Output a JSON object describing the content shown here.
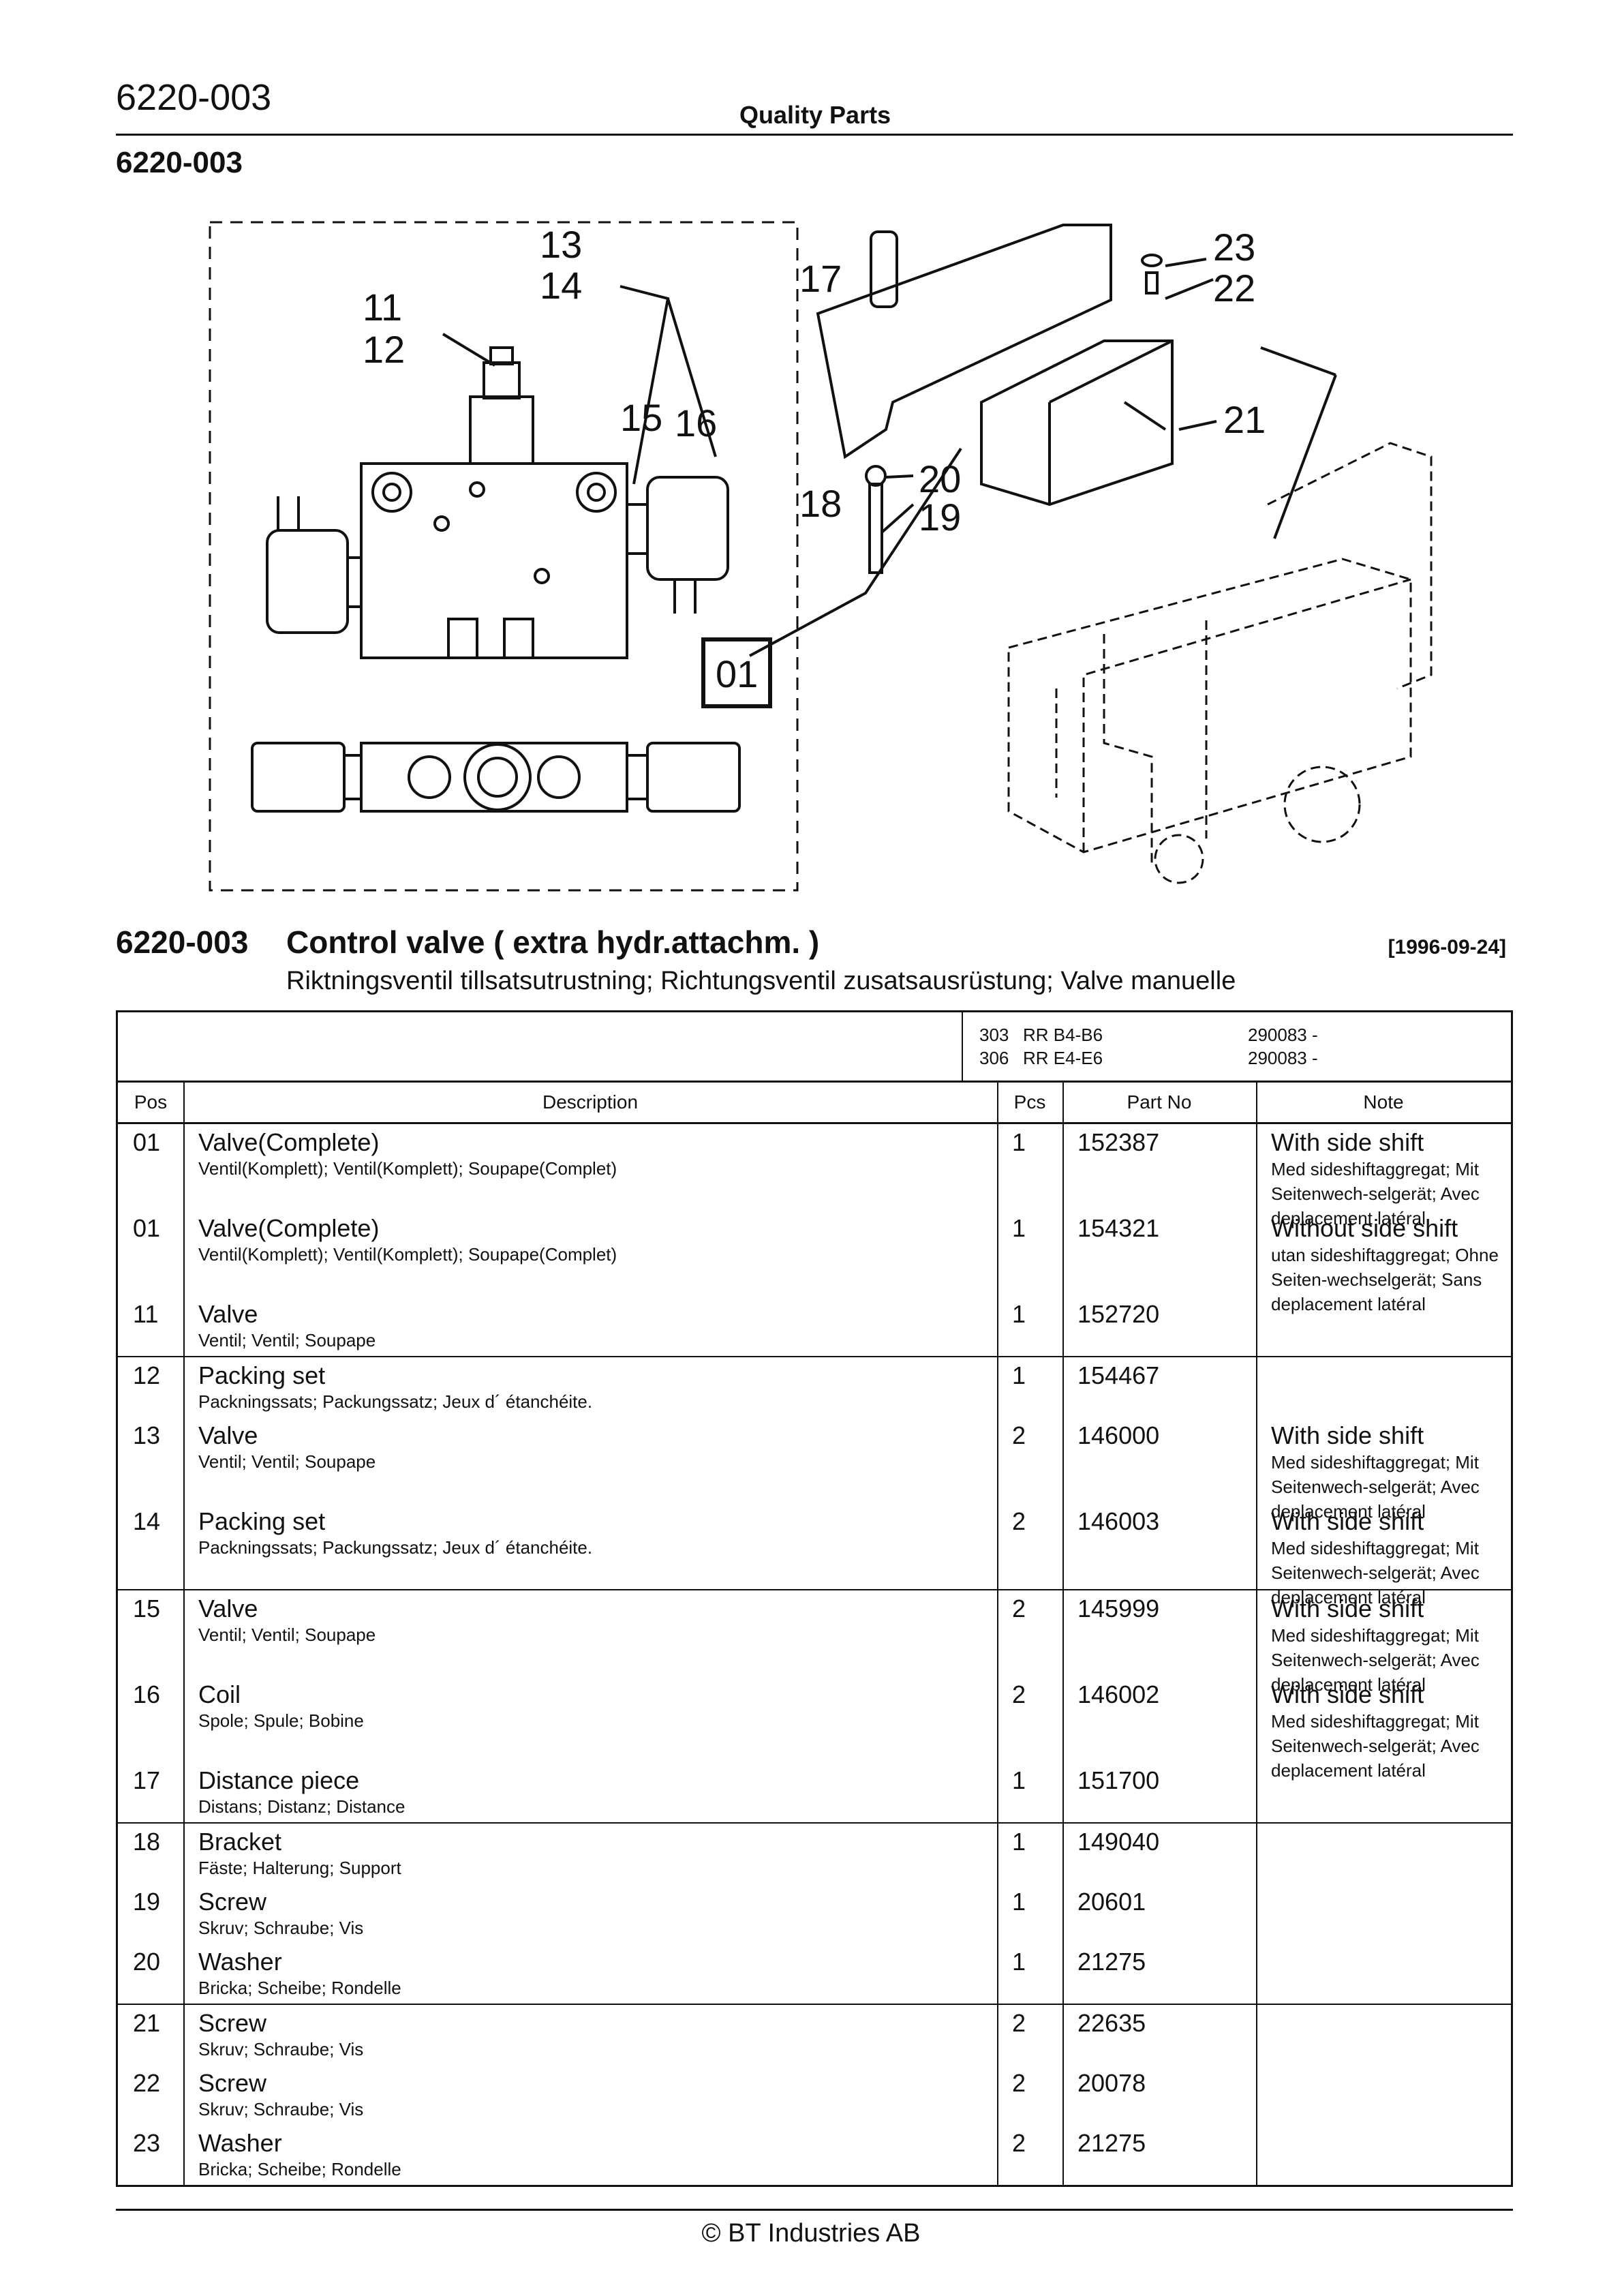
{
  "header": {
    "page_number": "6220-003",
    "title": "Quality Parts",
    "section_code": "6220-003"
  },
  "illustration": {
    "callouts": [
      "13",
      "14",
      "11",
      "12",
      "15",
      "16",
      "17",
      "18",
      "19",
      "20",
      "23",
      "22",
      "21"
    ],
    "assembly_box": "01"
  },
  "section": {
    "code": "6220-003",
    "title": "Control valve ( extra hydr.attachm. )",
    "date": "[1996-09-24]",
    "subtitle": "Riktningsventil tillsatsutrustning; Richtungsventil zusatsausrüstung; Valve manuelle"
  },
  "models": [
    {
      "code": "303",
      "name": "RR B4-B6",
      "serial": "290083 -"
    },
    {
      "code": "306",
      "name": "RR E4-E6",
      "serial": "290083 -"
    }
  ],
  "columns": {
    "pos": "Pos",
    "description": "Description",
    "pcs": "Pcs",
    "part_no": "Part No",
    "note": "Note"
  },
  "groups": [
    [
      {
        "pos": "01",
        "desc": "Valve(Complete)",
        "desc_sub": "Ventil(Komplett); Ventil(Komplett); Soupape(Complet)",
        "pcs": "1",
        "part": "152387",
        "note": "With side shift",
        "note_sub": "Med sideshiftaggregat; Mit Seitenwech-selgerät; Avec deplacement latéral"
      },
      {
        "pos": "01",
        "desc": "Valve(Complete)",
        "desc_sub": "Ventil(Komplett); Ventil(Komplett); Soupape(Complet)",
        "pcs": "1",
        "part": "154321",
        "note": "Without side shift",
        "note_sub": "utan sideshiftaggregat; Ohne Seiten-wechselgerät; Sans deplacement latéral"
      },
      {
        "pos": "11",
        "desc": "Valve",
        "desc_sub": "Ventil; Ventil; Soupape",
        "pcs": "1",
        "part": "152720",
        "note": "",
        "note_sub": ""
      }
    ],
    [
      {
        "pos": "12",
        "desc": "Packing set",
        "desc_sub": "Packningssats; Packungssatz; Jeux d´ étanchéite.",
        "pcs": "1",
        "part": "154467",
        "note": "",
        "note_sub": ""
      },
      {
        "pos": "13",
        "desc": "Valve",
        "desc_sub": "Ventil; Ventil; Soupape",
        "pcs": "2",
        "part": "146000",
        "note": "With side shift",
        "note_sub": "Med sideshiftaggregat; Mit Seitenwech-selgerät; Avec deplacement latéral"
      },
      {
        "pos": "14",
        "desc": "Packing set",
        "desc_sub": "Packningssats; Packungssatz; Jeux d´ étanchéite.",
        "pcs": "2",
        "part": "146003",
        "note": "With side shift",
        "note_sub": "Med sideshiftaggregat; Mit Seitenwech-selgerät; Avec deplacement latéral"
      }
    ],
    [
      {
        "pos": "15",
        "desc": "Valve",
        "desc_sub": "Ventil; Ventil; Soupape",
        "pcs": "2",
        "part": "145999",
        "note": "With side shift",
        "note_sub": "Med sideshiftaggregat; Mit Seitenwech-selgerät; Avec deplacement latéral"
      },
      {
        "pos": "16",
        "desc": "Coil",
        "desc_sub": "Spole; Spule; Bobine",
        "pcs": "2",
        "part": "146002",
        "note": "With side shift",
        "note_sub": "Med sideshiftaggregat; Mit Seitenwech-selgerät; Avec deplacement latéral"
      },
      {
        "pos": "17",
        "desc": "Distance piece",
        "desc_sub": "Distans; Distanz; Distance",
        "pcs": "1",
        "part": "151700",
        "note": "",
        "note_sub": ""
      }
    ],
    [
      {
        "pos": "18",
        "desc": "Bracket",
        "desc_sub": "Fäste; Halterung; Support",
        "pcs": "1",
        "part": "149040",
        "note": "",
        "note_sub": ""
      },
      {
        "pos": "19",
        "desc": "Screw",
        "desc_sub": "Skruv; Schraube; Vis",
        "pcs": "1",
        "part": "20601",
        "note": "",
        "note_sub": ""
      },
      {
        "pos": "20",
        "desc": "Washer",
        "desc_sub": "Bricka; Scheibe; Rondelle",
        "pcs": "1",
        "part": "21275",
        "note": "",
        "note_sub": ""
      }
    ],
    [
      {
        "pos": "21",
        "desc": "Screw",
        "desc_sub": "Skruv; Schraube; Vis",
        "pcs": "2",
        "part": "22635",
        "note": "",
        "note_sub": ""
      },
      {
        "pos": "22",
        "desc": "Screw",
        "desc_sub": "Skruv; Schraube; Vis",
        "pcs": "2",
        "part": "20078",
        "note": "",
        "note_sub": ""
      },
      {
        "pos": "23",
        "desc": "Washer",
        "desc_sub": "Bricka; Scheibe; Rondelle",
        "pcs": "2",
        "part": "21275",
        "note": "",
        "note_sub": ""
      }
    ]
  ],
  "footer": {
    "copyright": "© BT Industries AB"
  }
}
